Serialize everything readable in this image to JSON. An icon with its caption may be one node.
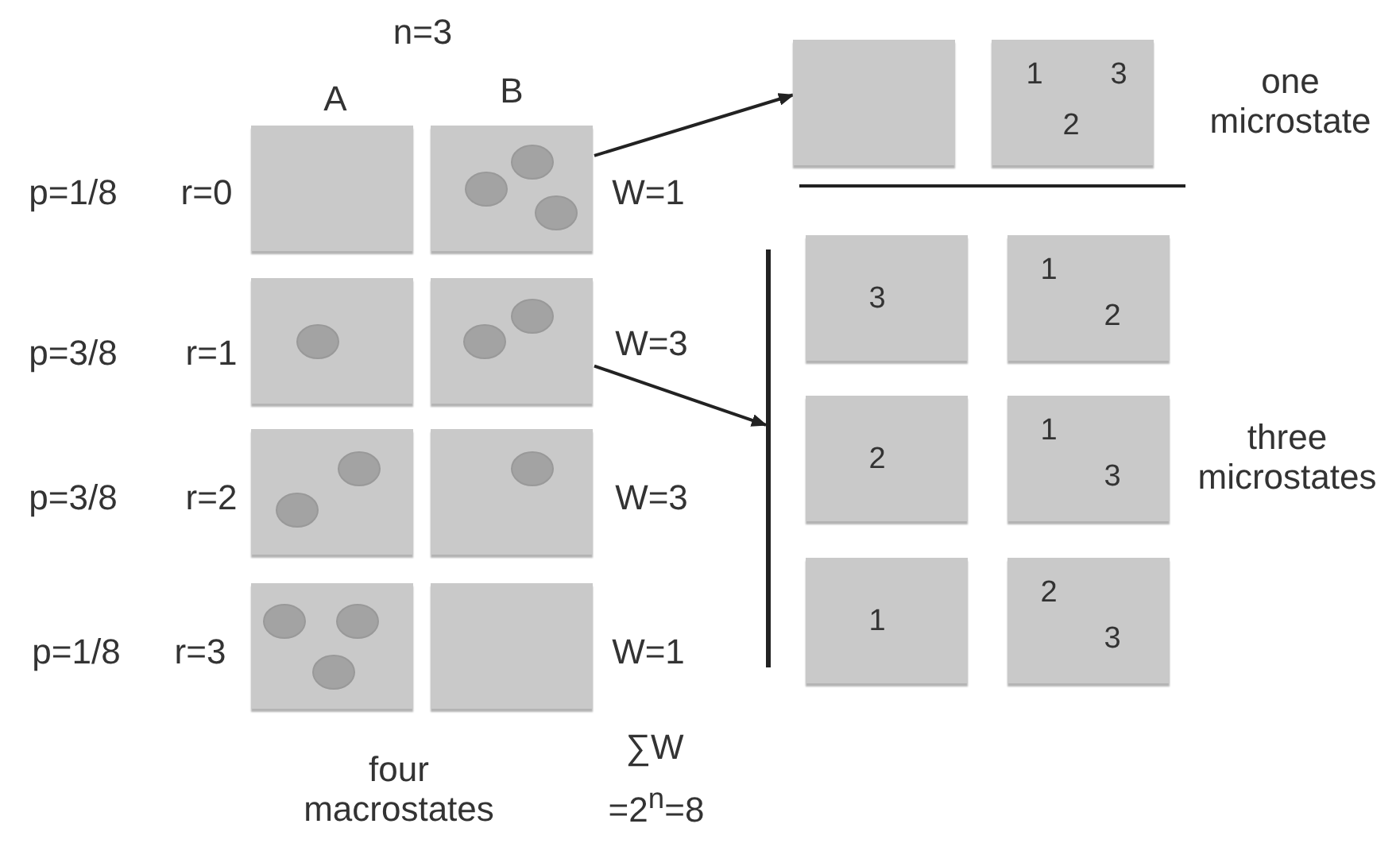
{
  "diagram": {
    "nodes": [
      {
        "text": [],
        "shape": "box"
      },
      {
        "text": [],
        "shape": "box"
      },
      {
        "text": [],
        "shape": "box"
      },
      {
        "text": [],
        "shape": "box"
      },
      {
        "text": [],
        "shape": "box"
      },
      {
        "text": [],
        "shape": "box"
      },
      {
        "text": [],
        "shape": "box"
      },
      {
        "text": [],
        "shape": "box"
      },
      {
        "text": [],
        "shape": "box"
      },
      {
        "text": [
          "1",
          "3",
          "2"
        ]
      },
      {
        "text": [],
        "shape": "bar"
      },
      {
        "text": [
          "3"
        ]
      },
      {
        "text": [
          "1",
          "2"
        ]
      },
      {
        "text": [
          "2"
        ]
      },
      {
        "text": [
          "1",
          "3"
        ]
      },
      {
        "text": [
          "1"
        ]
      },
      {
        "text": [
          "2",
          "3"
        ]
      }
    ],
    "edges": [
      {
        "from": 1,
        "to": 8,
        "arrow": "to"
      },
      {
        "from": 3,
        "to": 10,
        "arrow": "to"
      }
    ],
    "labels": [
      "n=3",
      "A",
      "B",
      "one microstate",
      "p=1/8",
      "r=0",
      "W=1",
      "p=3/8",
      "r=1",
      "W=3",
      "p=3/8",
      "r=2",
      "W=3",
      "three microstates",
      "p=1/8",
      "r=3",
      "W=1",
      "four macrostates",
      "∑W",
      "=2$^{n}$=8"
    ]
  }
}
